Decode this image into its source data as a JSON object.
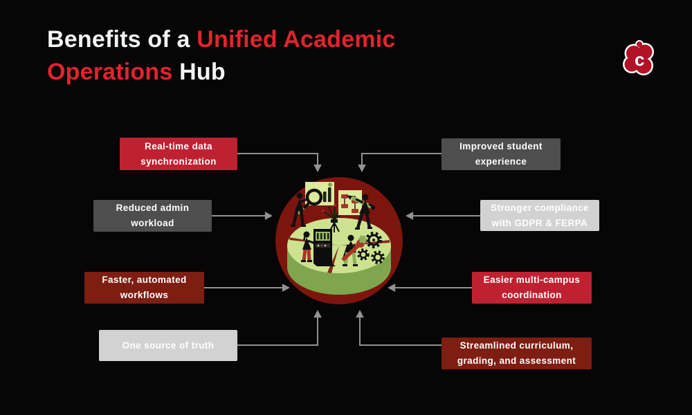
{
  "title": {
    "w1": "Benefits of a ",
    "r1": "Unified Academic",
    "r2": "Operations",
    "w2": " Hub"
  },
  "benefits": {
    "left": [
      {
        "label": "Real-time data\nsynchronization",
        "variant": "red"
      },
      {
        "label": "Reduced admin\nworkload",
        "variant": "gray"
      },
      {
        "label": "Faster, automated\nworkflows",
        "variant": "darkred"
      },
      {
        "label": "One source of truth",
        "variant": "lightgray"
      }
    ],
    "right": [
      {
        "label": "Improved student\nexperience",
        "variant": "gray"
      },
      {
        "label": "Stronger compliance\nwith  GDPR & FERPA",
        "variant": "lightgray"
      },
      {
        "label": "Easier multi-campus\ncoordination",
        "variant": "red"
      },
      {
        "label": "Streamlined curriculum,\ngrading, and assessment",
        "variant": "darkred"
      }
    ]
  },
  "center": {
    "illustration": "team-collaboration-analytics-platform",
    "elements": [
      "bar-chart-board",
      "magnifying-glass",
      "flowchart-board",
      "giant-pencil",
      "plant-stand",
      "control-kiosk",
      "wrench",
      "gears",
      "four-people"
    ]
  },
  "logo": {
    "name": "brand-logo",
    "letter": "c"
  },
  "colors": {
    "background": "#060606",
    "title_white": "#f4f4f4",
    "title_red": "#e3232e",
    "box_red": "#c02130",
    "box_dark_red": "#7e1d12",
    "box_gray": "#4f4e4e",
    "box_light_gray": "#d2d2d2",
    "arrow_gray": "#929292",
    "circle_maroon": "#7c150e",
    "platform_top_green": "#cde28f",
    "platform_side_green": "#7fa64f",
    "board_green": "#dcea9e",
    "logo_red": "#b11226"
  }
}
